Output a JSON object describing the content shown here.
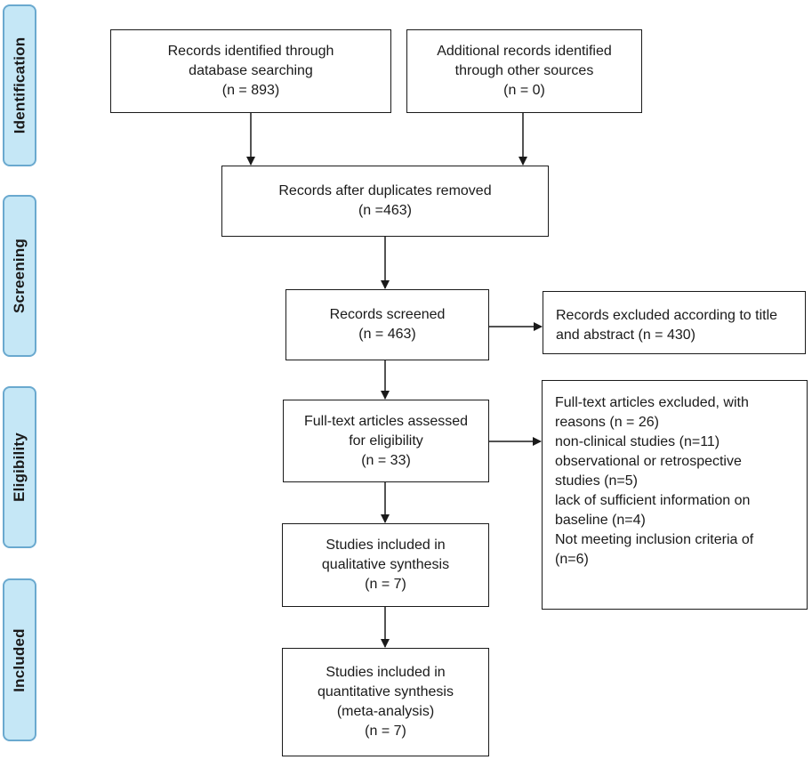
{
  "phases": {
    "identification": "Identification",
    "screening": "Screening",
    "eligibility": "Eligibility",
    "included": "Included"
  },
  "boxes": {
    "database": [
      "Records identified through",
      "database searching",
      "(n = 893)"
    ],
    "other_sources": [
      "Additional records identified",
      "through other sources",
      "(n = 0)"
    ],
    "after_duplicates": [
      "Records after duplicates removed",
      "(n =463)"
    ],
    "screened": [
      "Records screened",
      "(n = 463)"
    ],
    "excluded_title": [
      "Records excluded according to title",
      "and abstract (n = 430)"
    ],
    "fulltext": [
      "Full-text articles assessed",
      "for eligibility",
      "(n = 33)"
    ],
    "fulltext_excluded": [
      "Full-text articles excluded, with",
      "reasons (n = 26)",
      "non-clinical studies (n=11)",
      "observational or retrospective",
      "studies (n=5)",
      "lack of sufficient information on",
      "baseline (n=4)",
      "Not meeting inclusion criteria of",
      "(n=6)"
    ],
    "qualitative": [
      "Studies included in",
      "qualitative synthesis",
      "(n = 7)"
    ],
    "quantitative": [
      "Studies included in",
      "quantitative synthesis",
      "(meta-analysis)",
      "(n = 7)"
    ]
  }
}
